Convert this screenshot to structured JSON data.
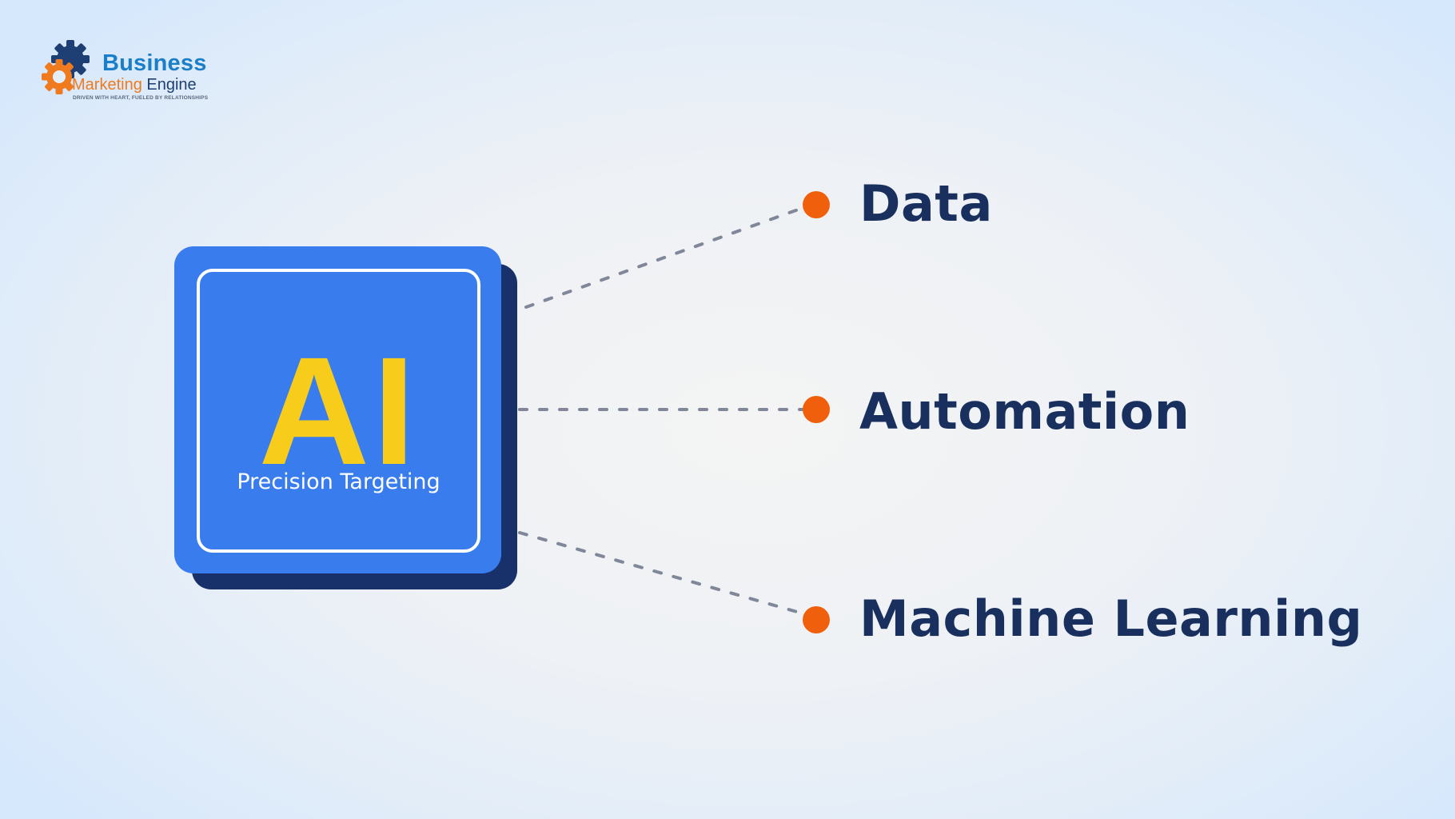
{
  "logo": {
    "line1": "Business",
    "line2_part1": "Marketing",
    "line2_part2": " Engine",
    "tagline": "DRIVEN WITH HEART, FUELED BY RELATIONSHIPS",
    "colors": {
      "blue": "#1a7fc8",
      "orange": "#f07a1e",
      "navy": "#1d3f73"
    }
  },
  "center_card": {
    "title": "AI",
    "subtitle": "Precision Targeting",
    "colors": {
      "card": "#387ced",
      "shadow": "#18316a",
      "title": "#f8cc1b",
      "subtitle": "#ffffff"
    }
  },
  "branches": [
    {
      "label": "Data"
    },
    {
      "label": "Automation"
    },
    {
      "label": "Machine Learning"
    }
  ],
  "colors": {
    "dot": "#f0600c",
    "connector": "#7f8799",
    "label": "#19305f"
  }
}
